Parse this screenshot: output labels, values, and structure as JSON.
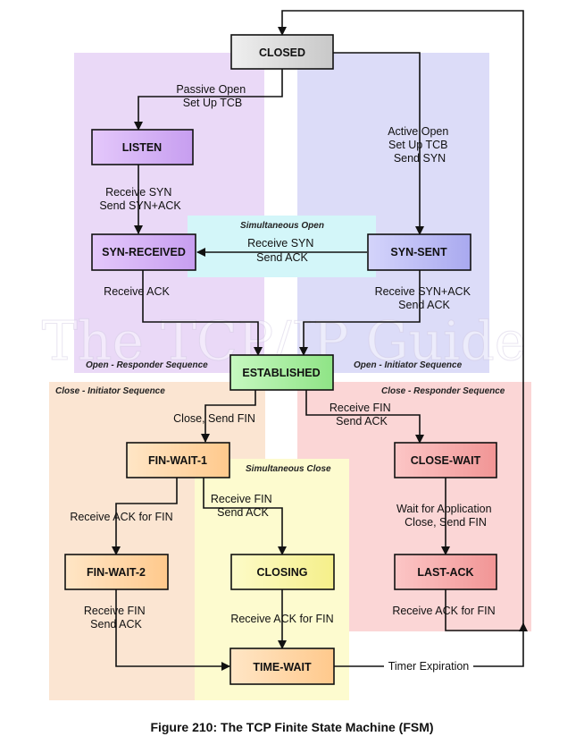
{
  "figure": {
    "caption": "Figure 210: The TCP Finite State Machine (FSM)",
    "watermark": "The TCP/IP Guide"
  },
  "regions": {
    "responder_open": "Open - Responder Sequence",
    "initiator_open": "Open - Initiator Sequence",
    "simultaneous_open": "Simultaneous Open",
    "initiator_close": "Close - Initiator Sequence",
    "responder_close": "Close - Responder Sequence",
    "simultaneous_close": "Simultaneous Close"
  },
  "states": {
    "closed": "CLOSED",
    "listen": "LISTEN",
    "syn_received": "SYN-RECEIVED",
    "syn_sent": "SYN-SENT",
    "established": "ESTABLISHED",
    "fin_wait_1": "FIN-WAIT-1",
    "fin_wait_2": "FIN-WAIT-2",
    "closing": "CLOSING",
    "time_wait": "TIME-WAIT",
    "close_wait": "CLOSE-WAIT",
    "last_ack": "LAST-ACK"
  },
  "transitions": {
    "passive_open": [
      "Passive Open",
      "Set Up TCB"
    ],
    "active_open": [
      "Active Open",
      "Set Up TCB",
      "Send SYN"
    ],
    "listen_to_synrcvd": [
      "Receive SYN",
      "Send SYN+ACK"
    ],
    "simultaneous_open": [
      "Receive SYN",
      "Send ACK"
    ],
    "synrcvd_to_estab": [
      "Receive ACK"
    ],
    "synsent_to_estab": [
      "Receive SYN+ACK",
      "Send ACK"
    ],
    "estab_to_finwait1": [
      "Close, Send FIN"
    ],
    "estab_to_closewait": [
      "Receive FIN",
      "Send ACK"
    ],
    "finwait1_to_finwait2": [
      "Receive ACK for FIN"
    ],
    "finwait1_to_closing": [
      "Receive FIN",
      "Send ACK"
    ],
    "finwait2_to_timewait": [
      "Receive FIN",
      "Send ACK"
    ],
    "closing_to_timewait": [
      "Receive ACK for FIN"
    ],
    "closewait_to_lastack": [
      "Wait for Application",
      "Close, Send FIN"
    ],
    "lastack_to_closed": [
      "Receive ACK for FIN"
    ],
    "timer_expiration": [
      "Timer Expiration"
    ]
  },
  "colors": {
    "responder_open_bg": "#ead9f7",
    "initiator_open_bg": "#dcdcf8",
    "simultaneous_open_bg": "#d3f6f9",
    "initiator_close_bg": "#fbe5d2",
    "responder_close_bg": "#fbd6d6",
    "simultaneous_close_bg": "#fdfbcf",
    "closed_fill": "#dcdcdc",
    "listen_fill": "#d9b3f5",
    "syn_sent_fill": "#b9b9f4",
    "established_fill": "#a8f0a0",
    "fin_wait_fill": "#ffd8a8",
    "closing_fill": "#fbf7a6",
    "close_wait_fill": "#f7a7a7"
  }
}
